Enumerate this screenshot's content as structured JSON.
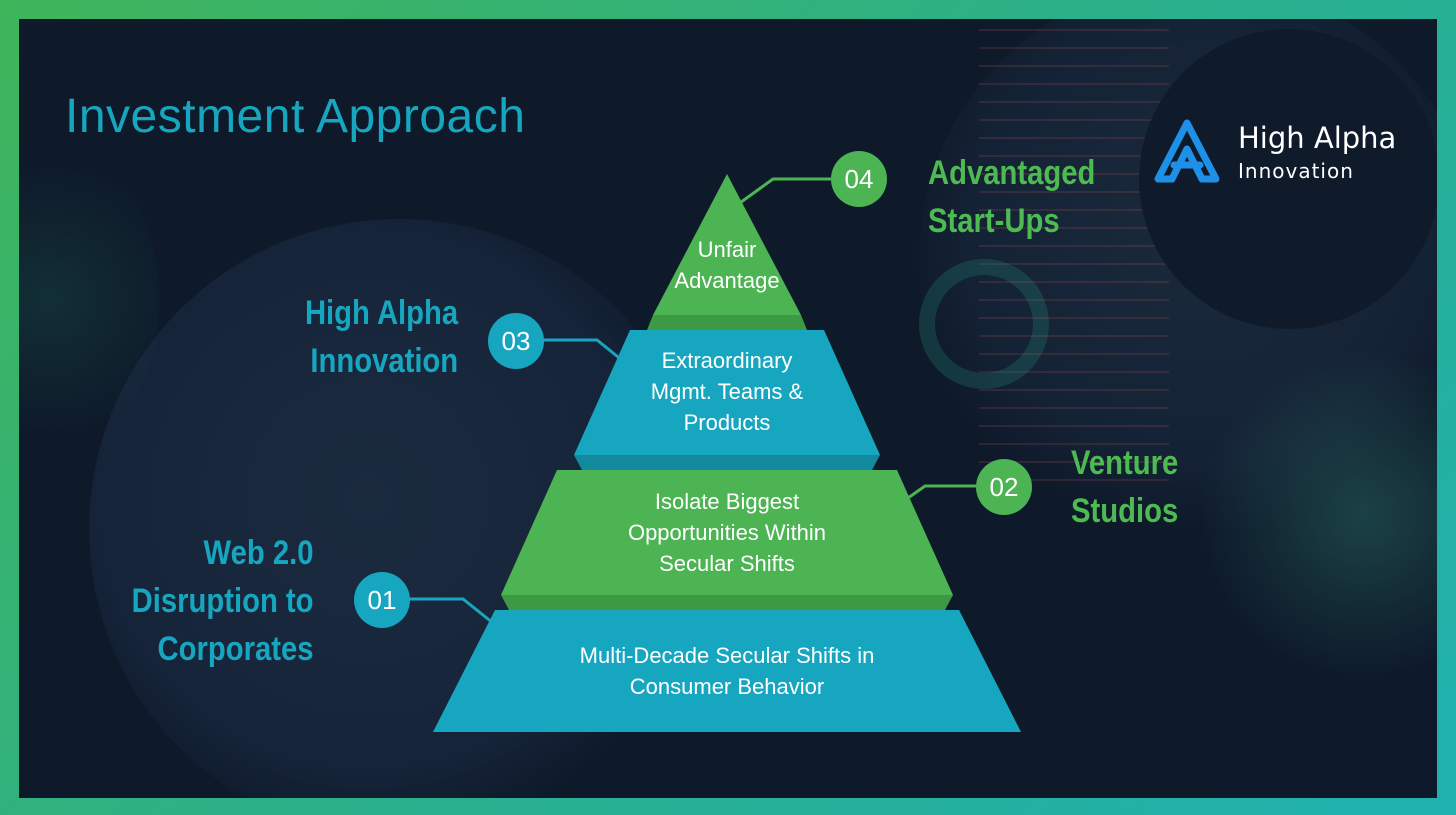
{
  "slide": {
    "title": "Investment Approach"
  },
  "logo": {
    "name": "High Alpha",
    "subtitle": "Innovation"
  },
  "pyramid": {
    "tiers": [
      {
        "badge": "04",
        "text": "Unfair\nAdvantage",
        "side_label": "Advantaged\nStart-Ups",
        "color": "#4cb452"
      },
      {
        "badge": "03",
        "text": "Extraordinary\nMgmt. Teams &\nProducts",
        "side_label": "High Alpha\nInnovation",
        "color": "#17a6bf"
      },
      {
        "badge": "02",
        "text": "Isolate Biggest\nOpportunities Within\nSecular Shifts",
        "side_label": "Venture\nStudios",
        "color": "#4cb452"
      },
      {
        "badge": "01",
        "text": "Multi-Decade Secular Shifts in\nConsumer Behavior",
        "side_label": "Web 2.0\nDisruption to\nCorporates",
        "color": "#17a6bf"
      }
    ]
  },
  "colors": {
    "accent_green": "#4cb452",
    "accent_teal": "#17a6bf",
    "background": "#0e1a2a",
    "logo_blue": "#1e90e8"
  }
}
